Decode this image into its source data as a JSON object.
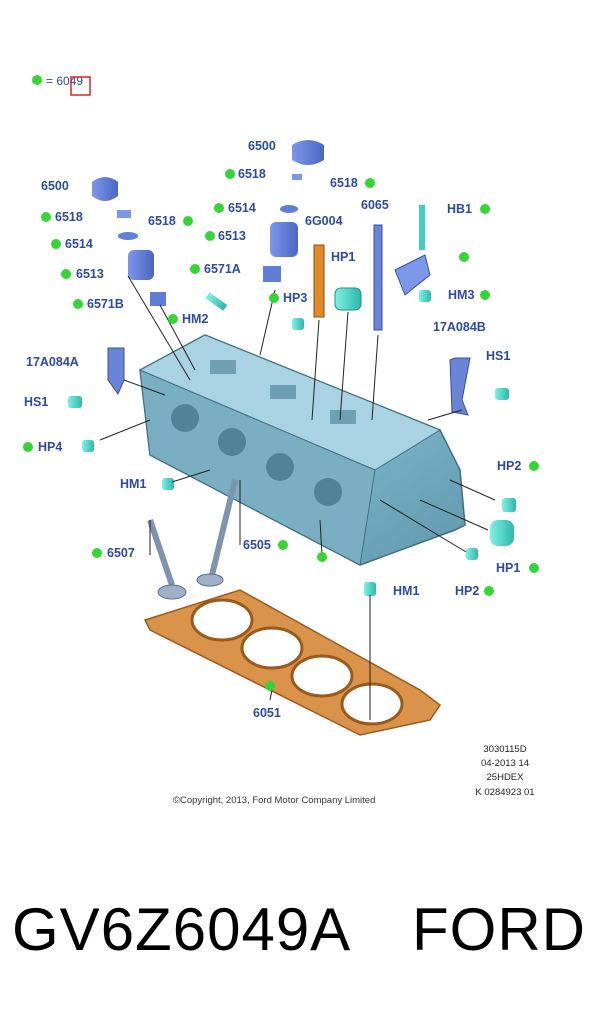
{
  "legend": {
    "text": "= 6049",
    "dot_color": "#35d535",
    "highlight_color": "#e32020"
  },
  "labels": {
    "l6500a": "6500",
    "l6500b": "6500",
    "l6518a": "6518",
    "l6518b": "6518",
    "l6518c": "6518",
    "l6518d": "6518",
    "l6514a": "6514",
    "l6514b": "6514",
    "l6513a": "6513",
    "l6513b": "6513",
    "l6571A": "6571A",
    "l6571B": "6571B",
    "lHM2": "HM2",
    "lHP3": "HP3",
    "l6G004": "6G004",
    "lHP1a": "HP1",
    "l6065": "6065",
    "lHB1": "HB1",
    "lHM3": "HM3",
    "l17A084B": "17A084B",
    "l17A084A": "17A084A",
    "lHS1a": "HS1",
    "lHS1b": "HS1",
    "lHP4": "HP4",
    "lHM1a": "HM1",
    "lHP2a": "HP2",
    "lHP1b": "HP1",
    "l6507": "6507",
    "l6505": "6505",
    "lHM1b": "HM1",
    "lHP2b": "HP2",
    "l6051": "6051"
  },
  "meta": {
    "line1": "3030115D",
    "line2": "04-2013 14",
    "line3": "25HDEX",
    "line4": "K 0284923 01"
  },
  "copyright": "©Copyright, 2013, Ford Motor Company Limited",
  "caption": {
    "part_number": "GV6Z6049A",
    "brand": "FORD"
  },
  "colors": {
    "label": "#2e4aa0",
    "head": "#8fc3d8",
    "gasket": "#c98a3a",
    "valvetrain": "#5f7fd6",
    "fastener": "#3fcfc0"
  }
}
